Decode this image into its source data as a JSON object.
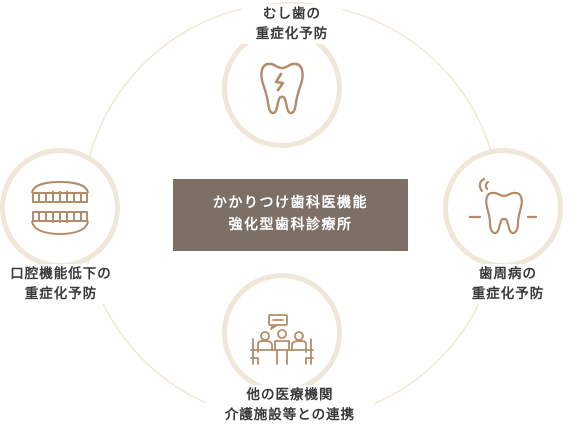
{
  "colors": {
    "circle_border": "#efe7d7",
    "icon": "#b38c6a",
    "center_bg": "#7b6f66",
    "center_text": "#ffffff",
    "label_text": "#3a3a3a"
  },
  "center": {
    "line1": "かかりつけ歯科医機能",
    "line2": "強化型歯科診療所"
  },
  "nodes": {
    "top": {
      "line1": "むし歯の",
      "line2": "重症化予防",
      "icon": "decayed-tooth-icon"
    },
    "left": {
      "line1": "口腔機能低下の",
      "line2": "重症化予防",
      "icon": "dentures-icon"
    },
    "right": {
      "line1": "歯周病の",
      "line2": "重症化予防",
      "icon": "aching-tooth-icon"
    },
    "bottom": {
      "line1": "他の医療機関",
      "line2": "介護施設等との連携",
      "icon": "meeting-icon"
    }
  }
}
